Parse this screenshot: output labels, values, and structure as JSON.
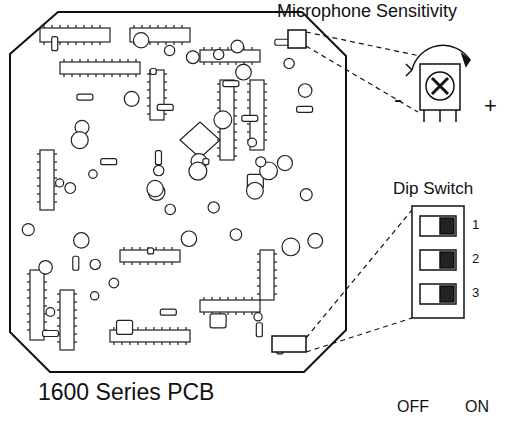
{
  "diagram": {
    "labels": [
      "Microphone Sensitivity",
      "-",
      "+",
      "Dip Switch",
      "1",
      "2",
      "3",
      "1600 Series PCB",
      "OFF",
      "ON"
    ]
  }
}
